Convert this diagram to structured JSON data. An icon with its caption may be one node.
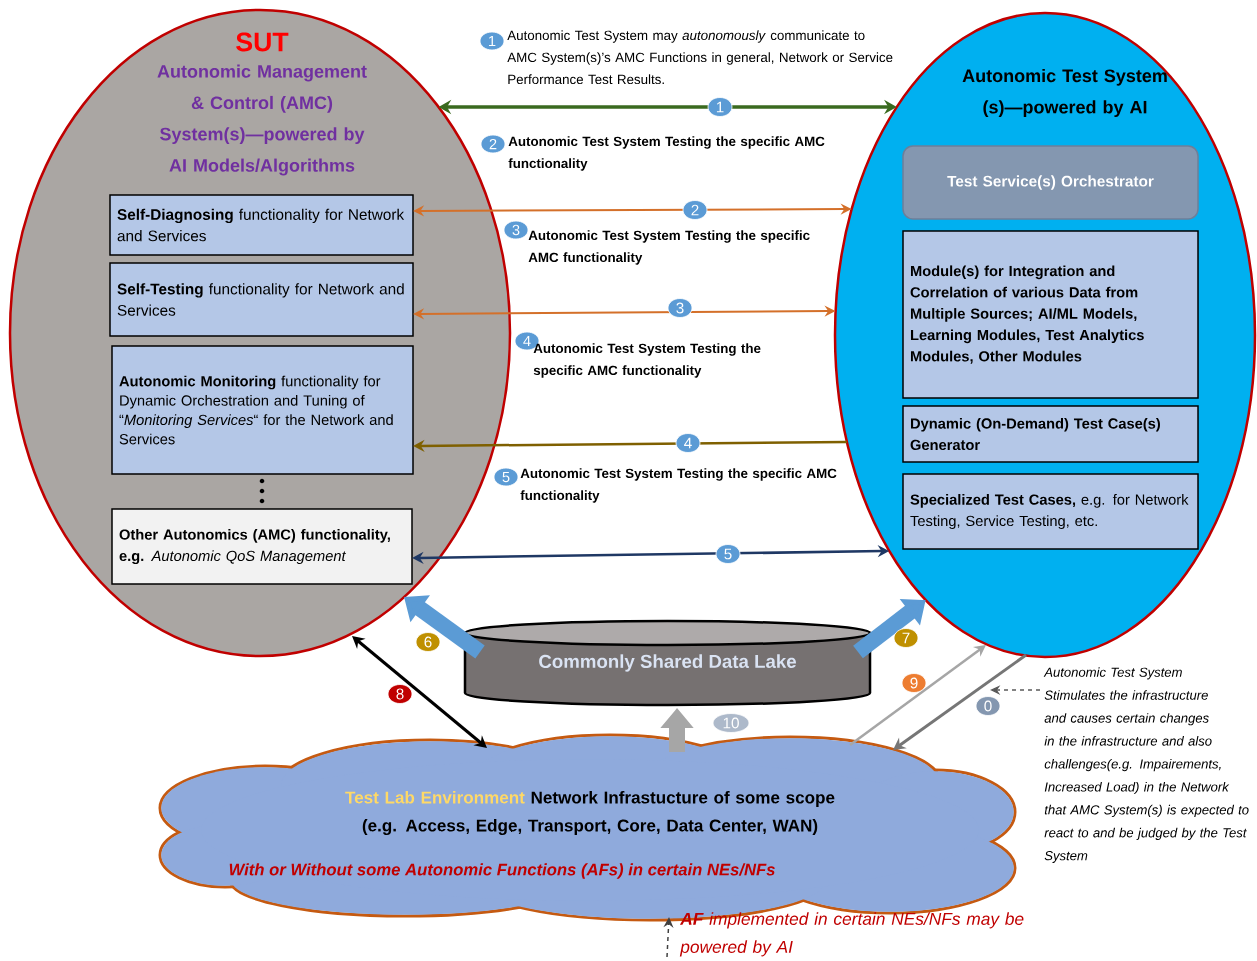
{
  "diagram": {
    "nodes": [
      {
        "text": [
          "SUT",
          "Autonomic Management & Control (AMC) System(s)—powered by AI Models/Algorithms"
        ]
      },
      {
        "text": [
          "**Self-Diagnosing** functionality for Network and Services"
        ],
        "in": 0
      },
      {
        "text": [
          "**Self-Testing** functionality for Network and Services"
        ],
        "in": 0
      },
      {
        "text": [
          "**Autonomic Monitoring** functionality for Dynamic Orchestration and Tuning of “*Monitoring Services*“ for the Network and Services"
        ],
        "in": 0
      },
      {
        "text": [
          "**Other Autonomics (AMC) functionality, e.g.** *Autonomic QoS Management*"
        ],
        "in": 0
      },
      {
        "text": [
          "Autonomic Test System (s)—powered by AI"
        ]
      },
      {
        "text": [
          "Test Service(s) Orchestrator"
        ],
        "in": 5
      },
      {
        "text": [
          "Module(s) for Integration and Correlation of various Data from Multiple Sources; AI/ML Models, Learning Modules, Test Analytics Modules, Other Modules"
        ],
        "in": 5
      },
      {
        "text": [
          "Dynamic (On-Demand) Test Case(s) Generator"
        ],
        "in": 5
      },
      {
        "text": [
          "**Specialized Test Cases,** e.g. for Network Testing, Service Testing, etc."
        ],
        "in": 5
      },
      {
        "text": [
          "Commonly Shared Data Lake"
        ]
      },
      {
        "text": [
          "Test Lab Environment",
          "Network Infrastucture of some scope (e.g. Access, Edge, Transport, Core, Data Center, WAN)",
          "With or Without some Autonomic Functions (AFs) in certain NEs/NFs"
        ]
      },
      {
        "text": [
          "Autonomic Test System Stimulates the infrastructure and causes certain changes in the infrastructure and also challenges(e.g. Impairements, Increased Load) in the Network that AMC System(s) is expected to react to and be judged by the Test System"
        ]
      },
      {
        "text": [
          "**AF** implemented in certain NEs/NFs may be powered by AI"
        ]
      }
    ],
    "edges": [
      {
        "from": 0,
        "to": 5,
        "arrow": "both",
        "label": "1",
        "color": "#3a6a1f"
      },
      {
        "from": 1,
        "to": 5,
        "arrow": "both",
        "label": "2",
        "color": "#d4702a"
      },
      {
        "from": 2,
        "to": 5,
        "arrow": "both",
        "label": "3",
        "color": "#d4702a"
      },
      {
        "from": 5,
        "to": 3,
        "arrow": "to",
        "label": "4",
        "color": "#7f6000"
      },
      {
        "from": 4,
        "to": 5,
        "arrow": "both",
        "label": "5",
        "color": "#1f3864"
      },
      {
        "from": 10,
        "to": 0,
        "arrow": "to",
        "label": "6",
        "style": "thick",
        "color": "#5b9bd5"
      },
      {
        "from": 10,
        "to": 5,
        "arrow": "to",
        "label": "7",
        "style": "thick",
        "color": "#5b9bd5"
      },
      {
        "from": 0,
        "to": 11,
        "arrow": "both",
        "label": "8",
        "color": "#000000"
      },
      {
        "from": 11,
        "to": 5,
        "arrow": "to",
        "label": "9",
        "color": "#a6a6a6"
      },
      {
        "from": 5,
        "to": 11,
        "arrow": "to",
        "label": "0",
        "color": "#767676"
      },
      {
        "from": 11,
        "to": 10,
        "arrow": "to",
        "label": "10",
        "style": "thick",
        "color": "#a6a6a6"
      },
      {
        "from": 12,
        "to": null,
        "arrow": "to",
        "style": "dashed",
        "color": "#595959"
      },
      {
        "from": 13,
        "to": 11,
        "arrow": "to",
        "style": "dashed",
        "color": "#404040"
      }
    ],
    "labels": [
      "1",
      "Autonomic Test System may *autonomously* communicate to AMC System(s)’s AMC Functions in general, Network or Service Performance Test Results.",
      "2",
      "Autonomic Test System Testing the specific AMC functionality",
      "3",
      "Autonomic Test System Testing the specific AMC functionality",
      "4",
      "Autonomic Test System Testing the specific AMC functionality",
      "5",
      "Autonomic Test System Testing the specific AMC functionality"
    ]
  }
}
